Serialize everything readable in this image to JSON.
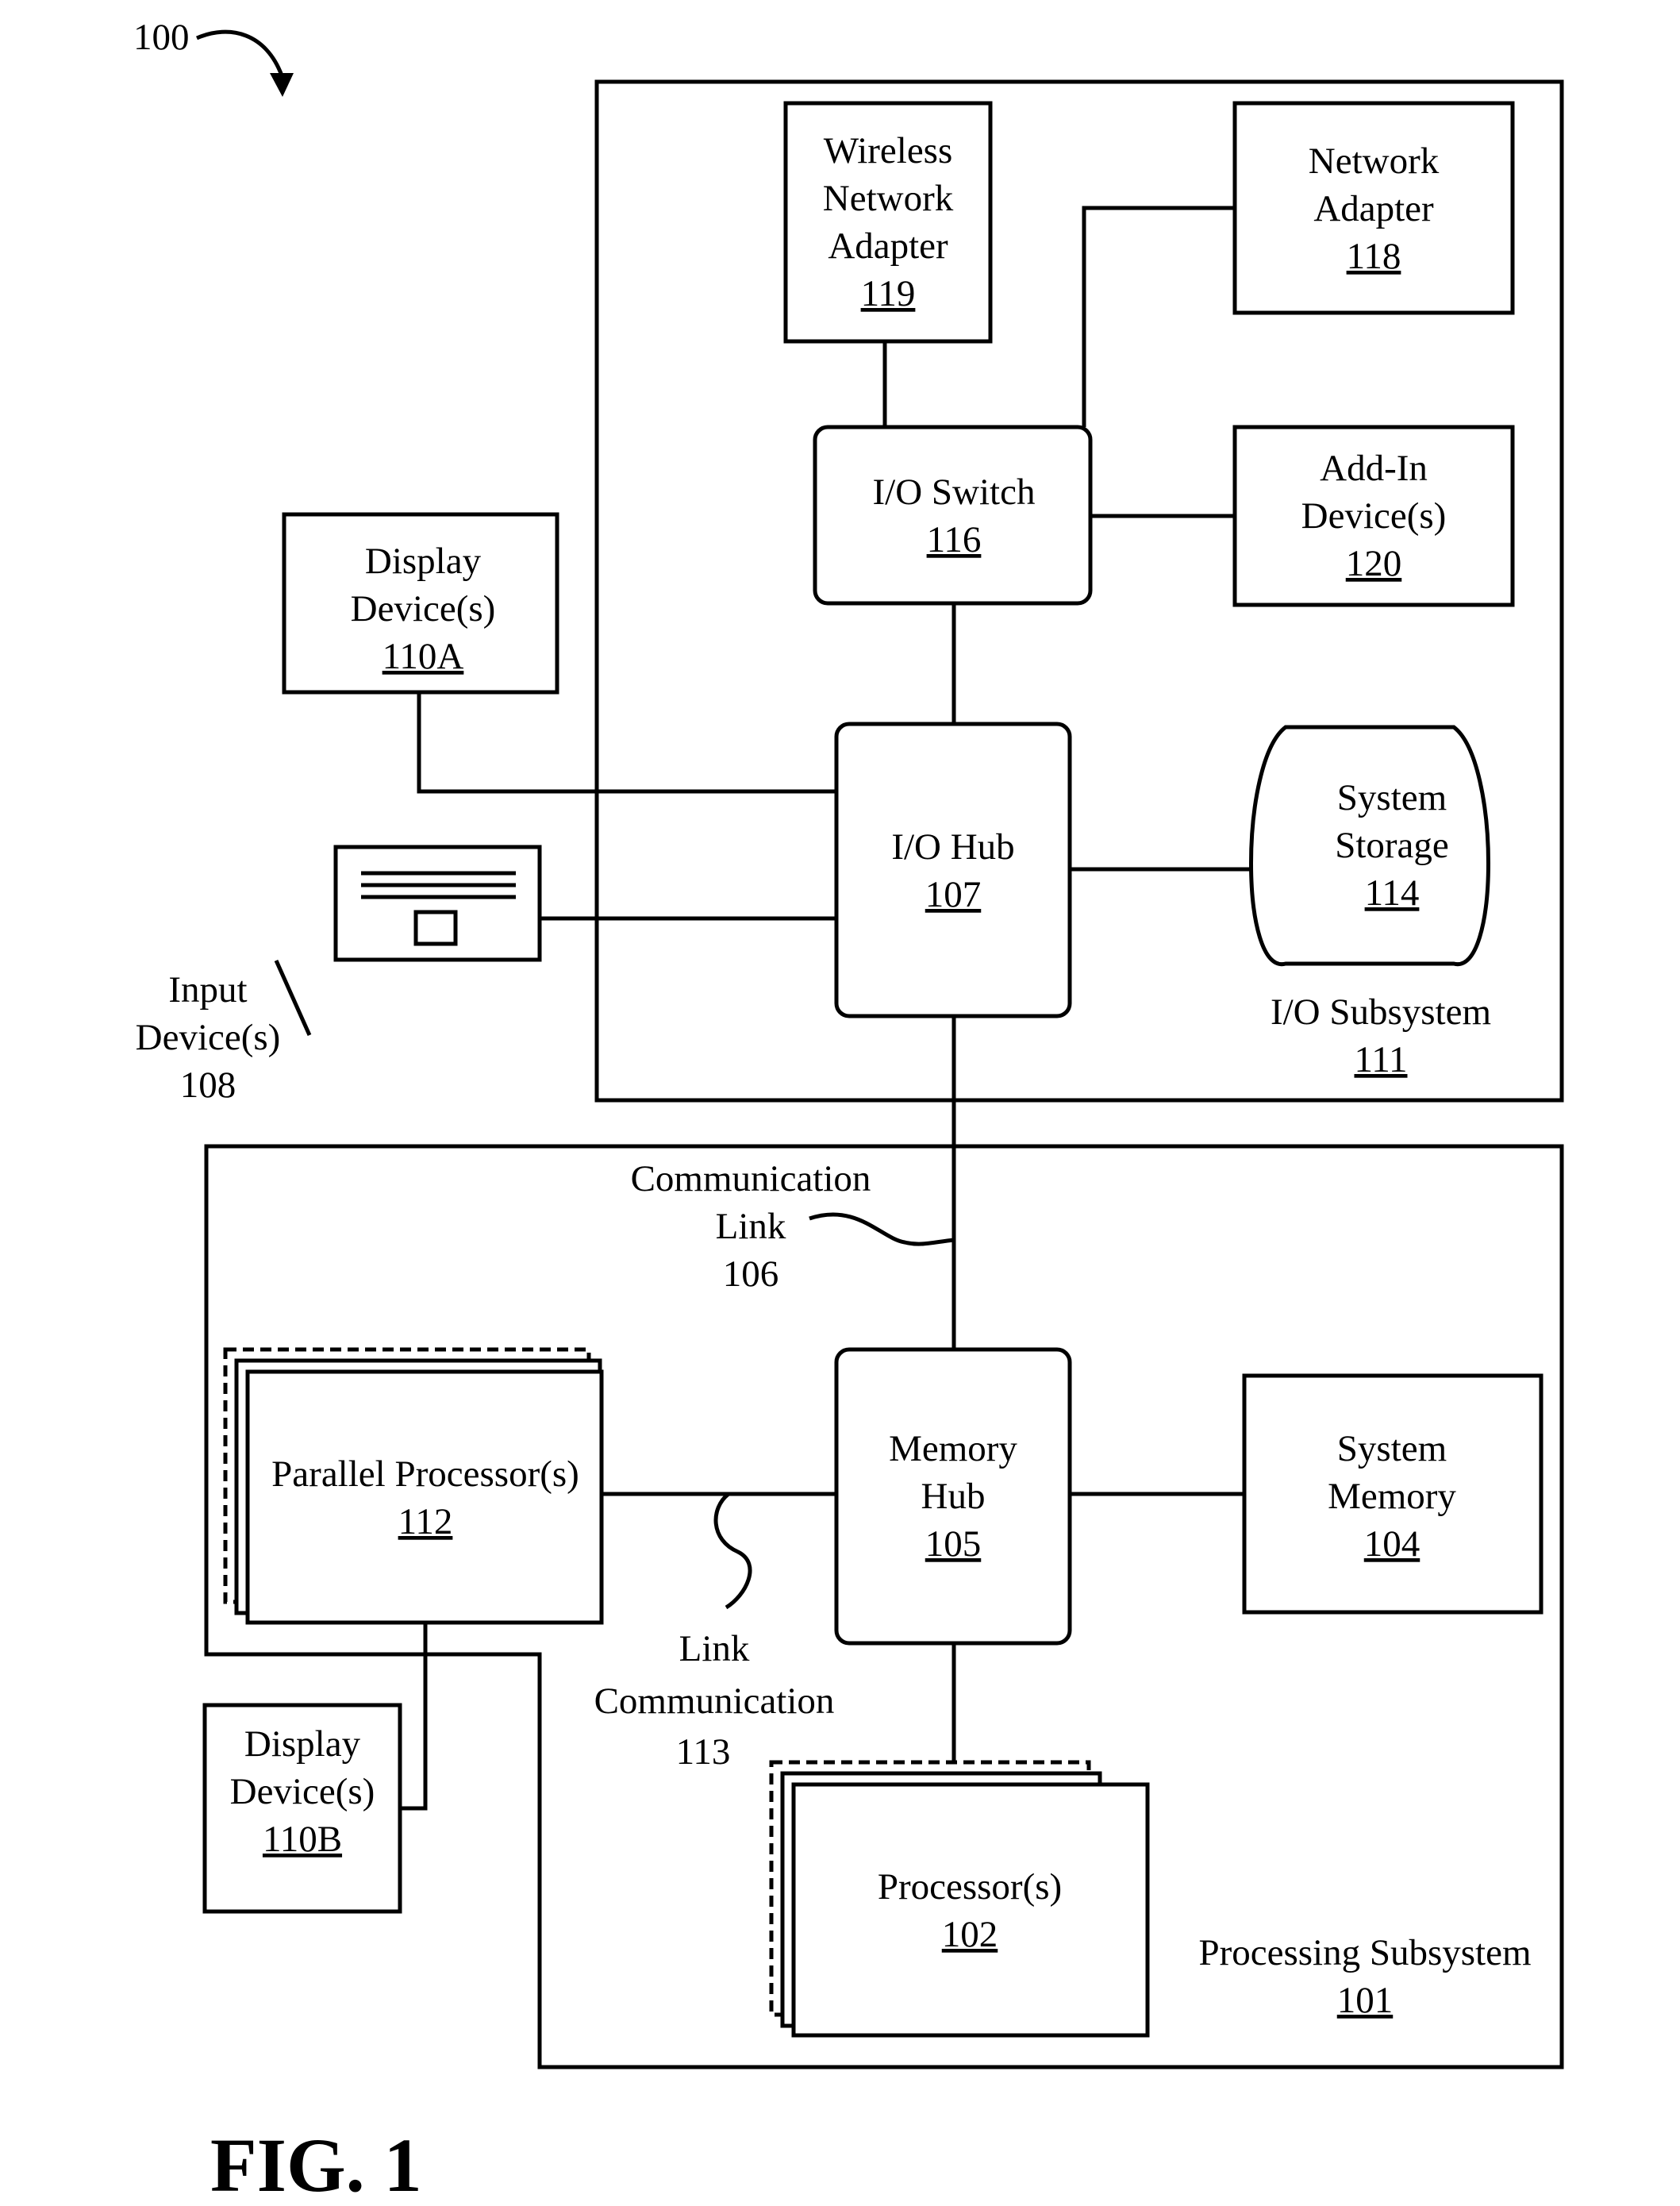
{
  "figure": {
    "ref": "100",
    "label": "FIG. 1"
  },
  "io_subsystem": {
    "line1": "I/O Subsystem",
    "ref": "111"
  },
  "processing_subsystem": {
    "line1": "Processing Subsystem",
    "ref": "101"
  },
  "wireless_adapter": {
    "line1": "Wireless",
    "line2": "Network",
    "line3": "Adapter",
    "ref": "119"
  },
  "network_adapter": {
    "line1": "Network",
    "line2": "Adapter",
    "ref": "118"
  },
  "io_switch": {
    "line1": "I/O Switch",
    "ref": "116"
  },
  "addin_devices": {
    "line1": "Add-In",
    "line2": "Device(s)",
    "ref": "120"
  },
  "display_a": {
    "line1": "Display",
    "line2": "Device(s)",
    "ref": "110A"
  },
  "io_hub": {
    "line1": "I/O Hub",
    "ref": "107"
  },
  "system_storage": {
    "line1": "System",
    "line2": "Storage",
    "ref": "114"
  },
  "input_devices": {
    "line1": "Input",
    "line2": "Device(s)",
    "ref": "108"
  },
  "comm_link": {
    "line1": "Communication",
    "line2": "Link",
    "ref": "106"
  },
  "parallel_processors": {
    "line1": "Parallel Processor(s)",
    "ref": "112"
  },
  "memory_hub": {
    "line1": "Memory",
    "line2": "Hub",
    "ref": "105"
  },
  "system_memory": {
    "line1": "System",
    "line2": "Memory",
    "ref": "104"
  },
  "link_comm": {
    "line1": "Link",
    "line2": "Communication",
    "ref": "113"
  },
  "display_b": {
    "line1": "Display",
    "line2": "Device(s)",
    "ref": "110B"
  },
  "processors": {
    "line1": "Processor(s)",
    "ref": "102"
  }
}
